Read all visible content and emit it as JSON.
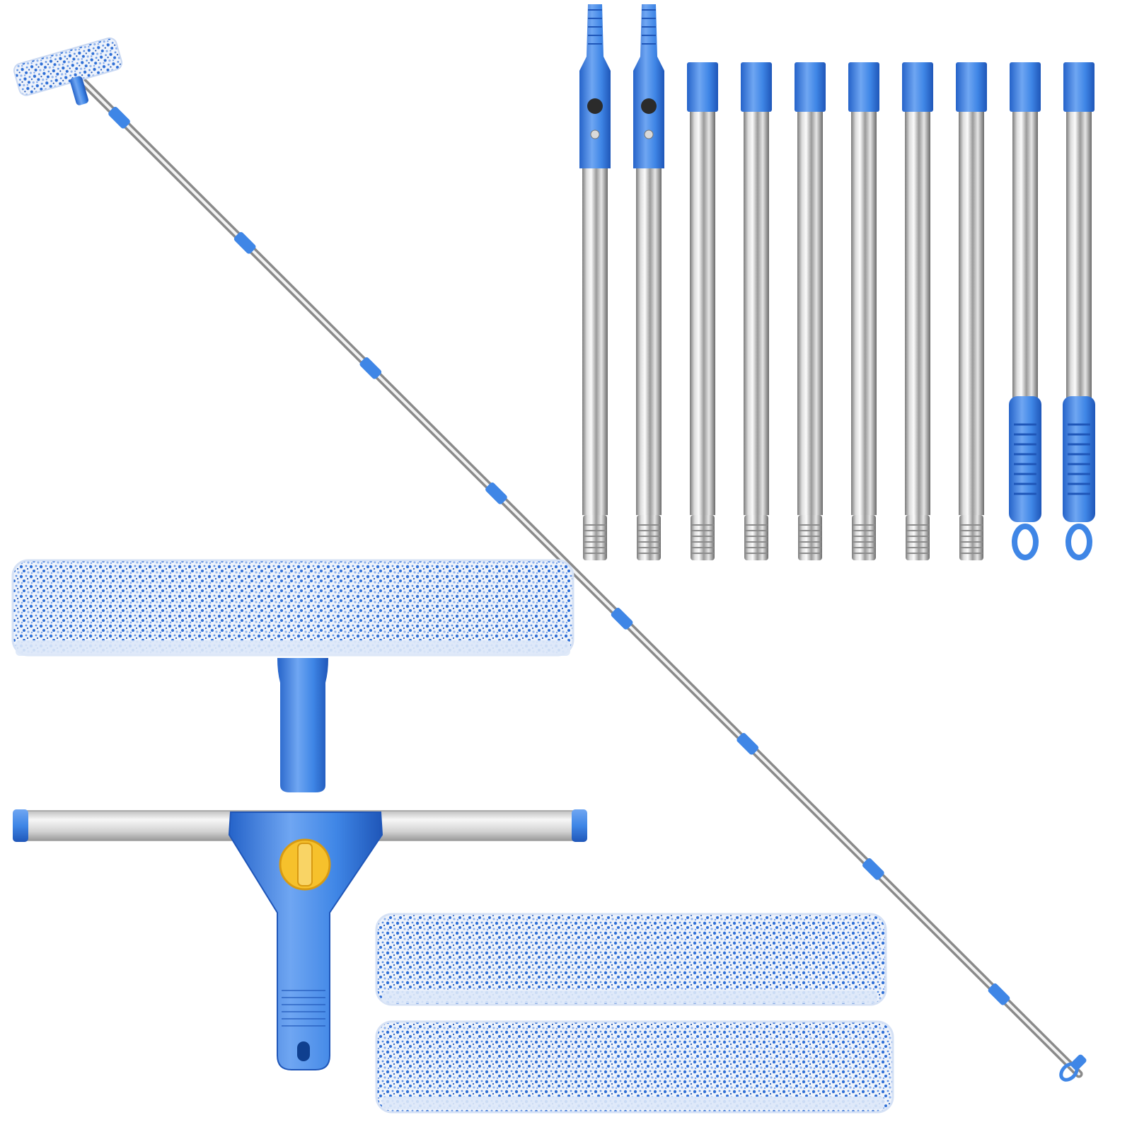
{
  "scene": {
    "background": "#ffffff",
    "colors": {
      "plastic_blue": "#3f86e6",
      "plastic_blue_dark": "#1f5fc4",
      "plastic_blue_light": "#7fb2f5",
      "steel_light": "#f4f4f4",
      "steel_dark": "#6f6f6f",
      "aluminum": "#dcdcdc",
      "microfiber_white": "#eef3fb",
      "microfiber_blue": "#2f6fd6",
      "knob_yellow": "#f6c12c"
    },
    "items": {
      "extension_pole_assembled": {
        "icon": "telescopic-pole-with-scrubber-icon",
        "blue_connector_count": 8
      },
      "pole_sections": {
        "icon": "pole-section-icon",
        "threaded_top_count": 2,
        "plain_section_count": 6,
        "grip_handle_count": 2
      },
      "scrubber_with_handle": {
        "icon": "microfiber-scrubber-icon"
      },
      "squeegee": {
        "icon": "squeegee-icon"
      },
      "spare_microfiber_sleeves": {
        "icon": "microfiber-sleeve-icon",
        "count": 2
      }
    }
  }
}
